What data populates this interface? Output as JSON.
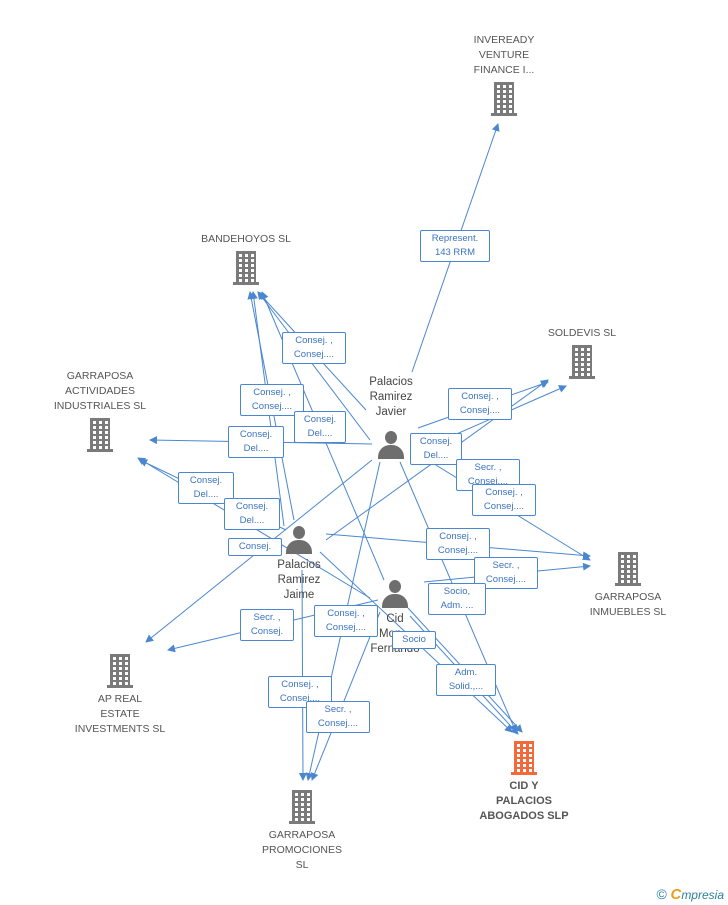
{
  "companies": {
    "inveready": {
      "label": "INVEREADY\nVENTURE\nFINANCE I..."
    },
    "bandehoyos": {
      "label": "BANDEHOYOS SL"
    },
    "soldevis": {
      "label": "SOLDEVIS  SL"
    },
    "garraposa_actividades": {
      "label": "GARRAPOSA\nACTIVIDADES\nINDUSTRIALES SL"
    },
    "garraposa_inmuebles": {
      "label": "GARRAPOSA\nINMUEBLES SL"
    },
    "ap_real": {
      "label": "AP REAL\nESTATE\nINVESTMENTS SL"
    },
    "garraposa_promociones": {
      "label": "GARRAPOSA\nPROMOCIONES\nSL"
    },
    "cid_palacios": {
      "label": "CID Y\nPALACIOS\nABOGADOS SLP"
    }
  },
  "persons": {
    "javier": {
      "label": "Palacios\nRamirez\nJavier"
    },
    "jaime": {
      "label": "Palacios\nRamirez\nJaime"
    },
    "fernando": {
      "label": "Cid\nMon...\nFernando"
    }
  },
  "edge_labels": [
    "Represent.\n143 RRM",
    "Consej. ,\nConsej....",
    "Consej. ,\nConsej....",
    "Consej.\nDel....",
    "Consej.\nDel....",
    "Consej.\nDel....",
    "Consej. ,\nConsej....",
    "Consej.\nDel....",
    "Secr. ,\nConsej....",
    "Consej. ,\nConsej....",
    "Consej.\nDel....",
    "Consej.",
    "Consej. ,\nConsej....",
    "Secr. ,\nConsej....",
    "Socio,\nAdm. ...",
    "Secr. ,\nConsej.",
    "Consej. ,\nConsej....",
    "Socio",
    "Adm.\nSolid.,...",
    "Consej. ,\nConsej....",
    "Secr. ,\nConsej...."
  ],
  "footer": {
    "copyright": "©",
    "brand_initial": "C",
    "brand_rest": "mpresia"
  },
  "colors": {
    "edge": "#4a87d0",
    "node": "#7a7a7a",
    "focus": "#f26a3a"
  }
}
